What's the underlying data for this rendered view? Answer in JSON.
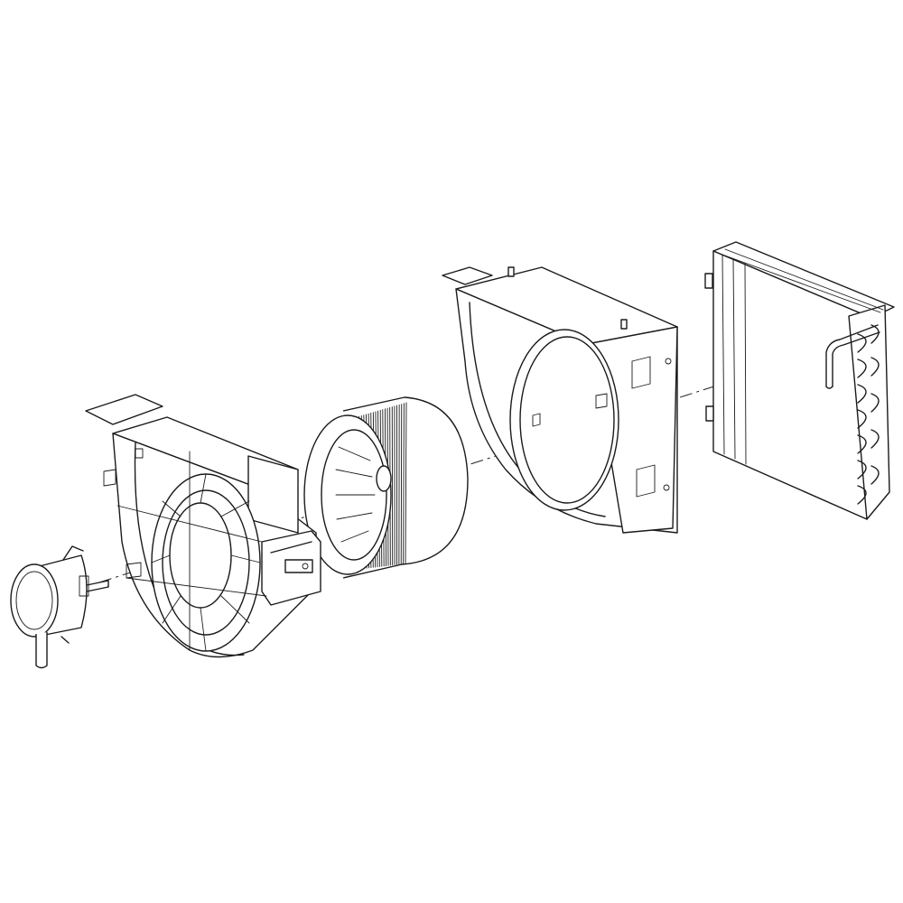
{
  "diagram": {
    "type": "exploded-assembly",
    "parts": [
      {
        "id": "blower-motor",
        "icon": "motor-icon"
      },
      {
        "id": "front-blower-housing",
        "icon": "housing-icon"
      },
      {
        "id": "blower-wheel",
        "icon": "fan-wheel-icon"
      },
      {
        "id": "rear-blower-housing",
        "icon": "housing-icon"
      },
      {
        "id": "evaporator-coil",
        "icon": "coil-icon"
      }
    ],
    "colors": {
      "line": "#1a1a1a",
      "background": "#ffffff"
    }
  }
}
